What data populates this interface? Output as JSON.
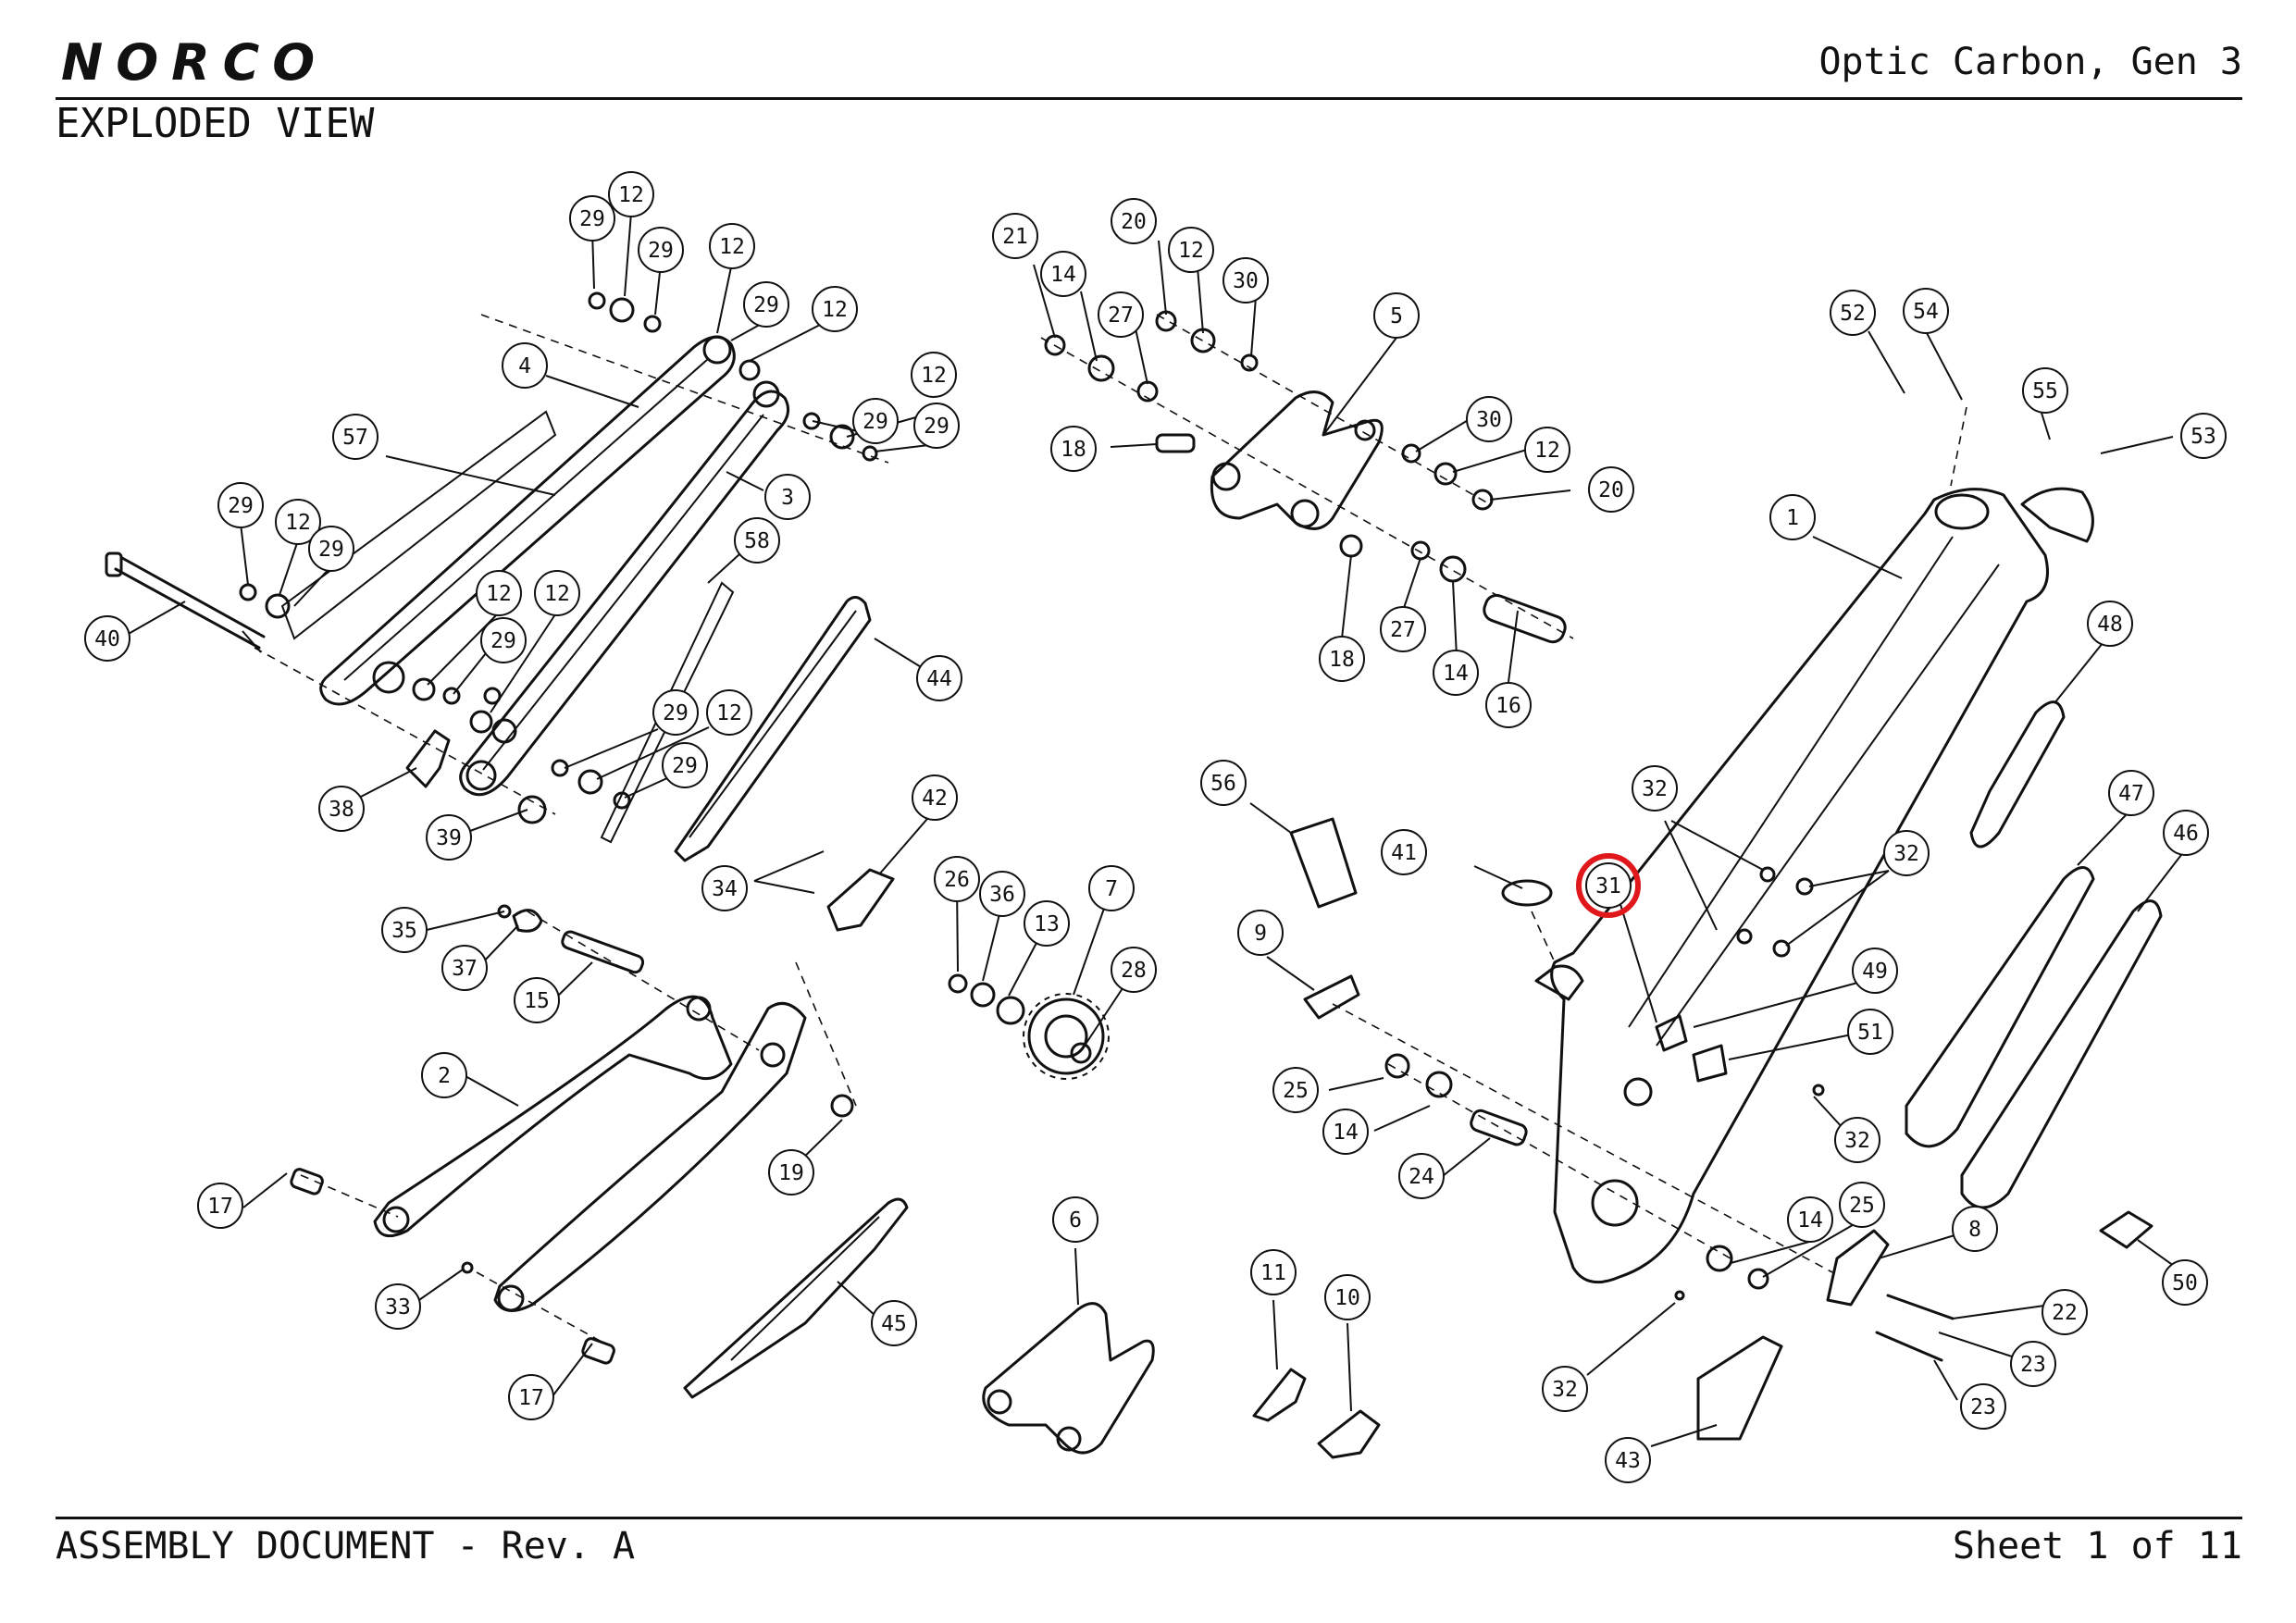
{
  "header": {
    "brand_logo": "NORCO",
    "model_name": "Optic Carbon, Gen 3",
    "view_title": "EXPLODED VIEW"
  },
  "footer": {
    "doc_title": "ASSEMBLY DOCUMENT - Rev. A",
    "sheet_info": "Sheet 1 of 11"
  },
  "highlight": {
    "callout": "31",
    "color": "#e0181b"
  },
  "callouts": [
    "29",
    "12",
    "29",
    "12",
    "29",
    "12",
    "4",
    "29",
    "12",
    "29",
    "57",
    "3",
    "29",
    "12",
    "29",
    "40",
    "58",
    "12",
    "12",
    "29",
    "44",
    "29",
    "12",
    "29",
    "38",
    "39",
    "21",
    "14",
    "20",
    "12",
    "30",
    "27",
    "5",
    "18",
    "30",
    "12",
    "20",
    "18",
    "27",
    "14",
    "16",
    "52",
    "54",
    "55",
    "53",
    "1",
    "48",
    "32",
    "32",
    "56",
    "41",
    "31",
    "47",
    "46",
    "9",
    "49",
    "51",
    "25",
    "14",
    "24",
    "32",
    "14",
    "25",
    "8",
    "50",
    "22",
    "23",
    "23",
    "32",
    "43",
    "11",
    "10",
    "6",
    "34",
    "42",
    "26",
    "36",
    "13",
    "7",
    "28",
    "35",
    "37",
    "15",
    "2",
    "19",
    "17",
    "33",
    "17",
    "45"
  ]
}
